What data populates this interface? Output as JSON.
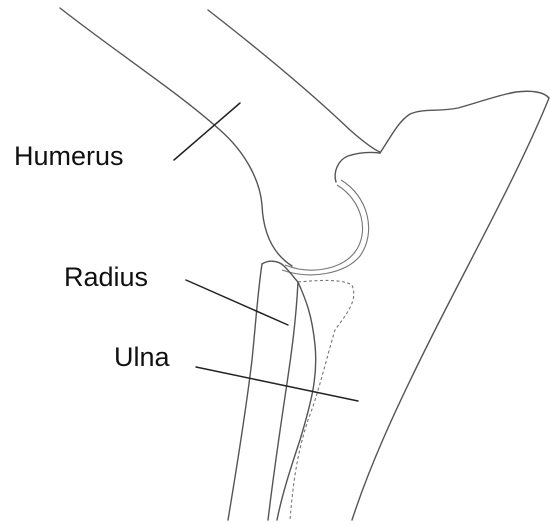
{
  "diagram": {
    "labels": {
      "humerus": "Humerus",
      "radius": "Radius",
      "ulna": "Ulna"
    }
  }
}
